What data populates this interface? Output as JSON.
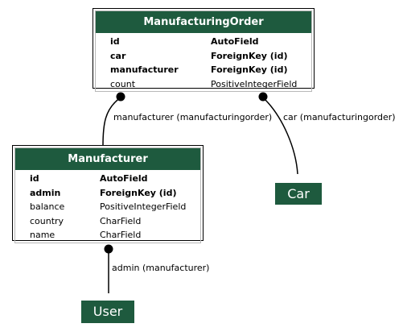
{
  "colors": {
    "header": "#1e5a3e",
    "border": "#000000",
    "text": "#000000",
    "header_text": "#ffffff"
  },
  "models": {
    "manufacturingorder": {
      "title": "ManufacturingOrder",
      "fields": [
        {
          "name": "id",
          "type": "AutoField",
          "bold": true
        },
        {
          "name": "car",
          "type": "ForeignKey (id)",
          "bold": true
        },
        {
          "name": "manufacturer",
          "type": "ForeignKey (id)",
          "bold": true
        },
        {
          "name": "count",
          "type": "PositiveIntegerField",
          "bold": false
        }
      ]
    },
    "manufacturer": {
      "title": "Manufacturer",
      "fields": [
        {
          "name": "id",
          "type": "AutoField",
          "bold": true
        },
        {
          "name": "admin",
          "type": "ForeignKey (id)",
          "bold": true
        },
        {
          "name": "balance",
          "type": "PositiveIntegerField",
          "bold": false
        },
        {
          "name": "country",
          "type": "CharField",
          "bold": false
        },
        {
          "name": "name",
          "type": "CharField",
          "bold": false
        }
      ]
    }
  },
  "external_models": {
    "car": "Car",
    "user": "User"
  },
  "relations": {
    "manufacturer": "manufacturer (manufacturingorder)",
    "car": "car (manufacturingorder)",
    "admin": "admin (manufacturer)"
  }
}
